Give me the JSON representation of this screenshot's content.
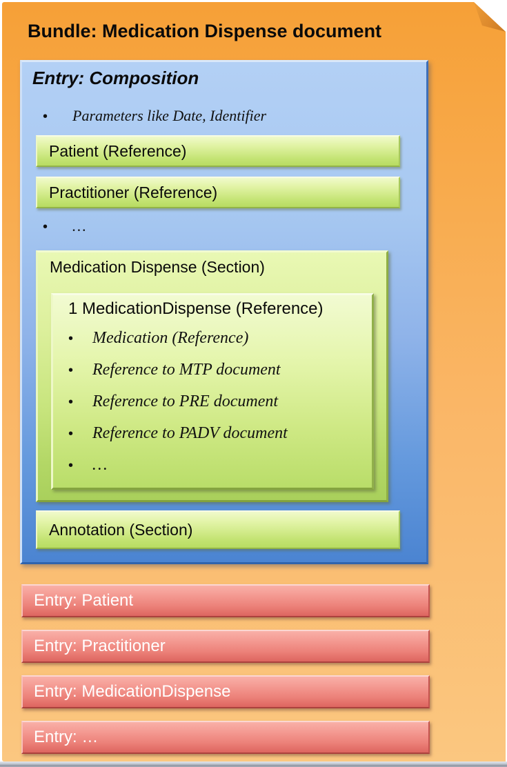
{
  "bundle": {
    "title": "Bundle: Medication Dispense document"
  },
  "ui": {
    "bullet_char": "•"
  },
  "composition": {
    "title": "Entry: Composition",
    "parameters_bullet": "Parameters like Date, Identifier",
    "references": [
      "Patient (Reference)",
      "Practitioner (Reference)"
    ],
    "more_bullet": "…",
    "section": {
      "title": "Medication Dispense (Section)",
      "dispense": {
        "title": "1 MedicationDispense (Reference)",
        "bullets": [
          "Medication (Reference)",
          "Reference to MTP document",
          "Reference to PRE document",
          "Reference to PADV document",
          "…"
        ]
      }
    },
    "annotation": "Annotation (Section)"
  },
  "entries": [
    "Entry: Patient",
    "Entry: Practitioner",
    "Entry: MedicationDispense",
    "Entry: …"
  ],
  "colors": {
    "page_orange_top": "#f6a037",
    "page_orange_bottom": "#fbc780",
    "fold_orange": "#dd8a2d",
    "composition_blue_top": "#b3d0f5",
    "composition_blue_bottom": "#4b84d1",
    "reference_green_top": "#f0facc",
    "reference_green_bottom": "#b8dc62",
    "entry_red_top": "#f9b0a8",
    "entry_red_bottom": "#dd655f",
    "text_dark": "#0a0a0a",
    "text_light": "#ffffff",
    "slide_edge_gray": "#8d939f"
  }
}
